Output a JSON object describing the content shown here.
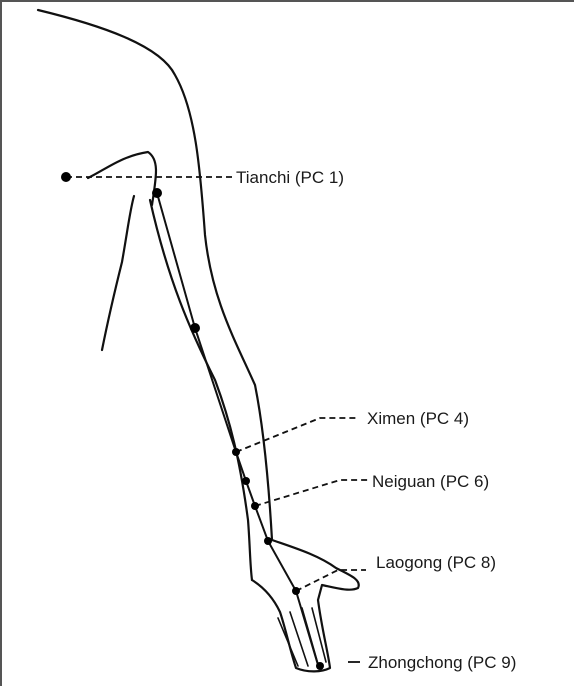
{
  "diagram": {
    "colors": {
      "line": "#111111",
      "point": "#000000",
      "background": "#ffffff"
    },
    "points": [
      {
        "id": "pc1",
        "label": "Tianchi (PC 1)"
      },
      {
        "id": "pc4",
        "label": "Ximen (PC 4)"
      },
      {
        "id": "pc6",
        "label": "Neiguan (PC 6)"
      },
      {
        "id": "pc8",
        "label": "Laogong (PC 8)"
      },
      {
        "id": "pc9",
        "label": "Zhongchong (PC 9)"
      }
    ]
  }
}
